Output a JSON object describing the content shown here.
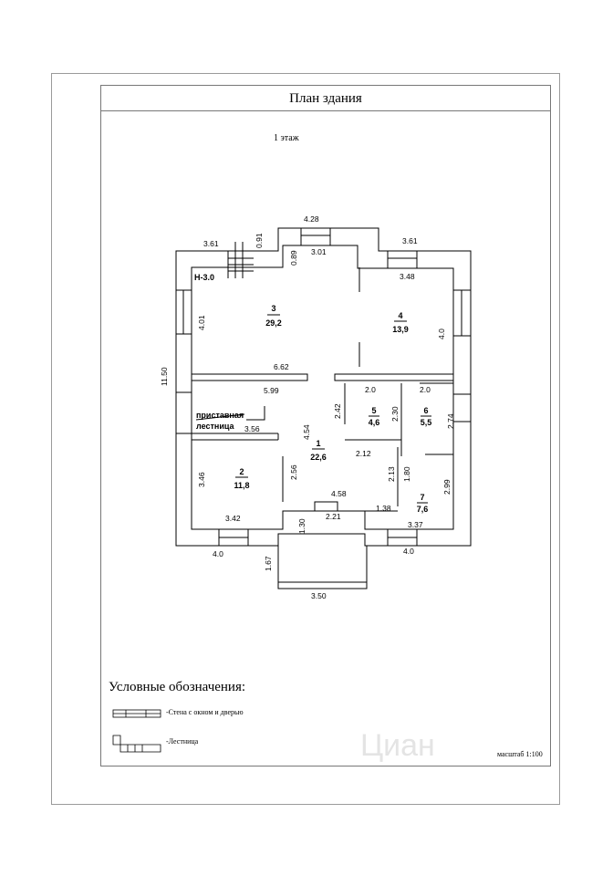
{
  "header": {
    "title": "План здания"
  },
  "floor_label": "1 этаж",
  "plan": {
    "level_mark": "Н-3.0",
    "rooms": [
      {
        "number": "3",
        "area": "29,2"
      },
      {
        "number": "4",
        "area": "13,9"
      },
      {
        "number": "5",
        "area": "4,6"
      },
      {
        "number": "6",
        "area": "5,5"
      },
      {
        "number": "1",
        "area": "22,6"
      },
      {
        "number": "2",
        "area": "11,8"
      },
      {
        "number": "7",
        "area": "7,6"
      }
    ],
    "stair_note": [
      "приставная",
      "лестница"
    ],
    "dims": [
      "4.28",
      "0.91",
      "3.61",
      "3.61",
      "3.01",
      "0.89",
      "3.48",
      "4.01",
      "4.0",
      "11.50",
      "6.62",
      "5.99",
      "2.0",
      "2.0",
      "2.42",
      "2.30",
      "2.74",
      "3.56",
      "4.54",
      "2.12",
      "3.46",
      "2.56",
      "2.13",
      "1.80",
      "2.99",
      "4.58",
      "1.38",
      "2.21",
      "3.42",
      "1.30",
      "3.37",
      "4.0",
      "4.0",
      "1.67",
      "3.50"
    ]
  },
  "legend": {
    "title": "Условные обозначения:",
    "items": [
      "-Стена с окном и дверью",
      "-Лестница"
    ]
  },
  "scale": "масштаб 1:100",
  "watermark": "Циан"
}
